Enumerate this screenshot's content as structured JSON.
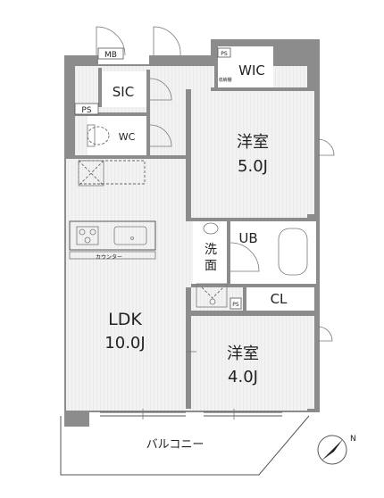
{
  "plan": {
    "rooms": {
      "western_room_a": {
        "name": "洋室",
        "size": "5.0J"
      },
      "western_room_b": {
        "name": "洋室",
        "size": "4.0J"
      },
      "ldk": {
        "name": "LDK",
        "size": "10.0J"
      },
      "sic": "SIC",
      "wic": "WIC",
      "wc": "WC",
      "ub": "UB",
      "washroom": "洗\n面",
      "closet": "CL",
      "balcony": "バルコニー"
    },
    "small_labels": {
      "meter_box": "MB",
      "pipe_space_1": "PS",
      "pipe_space_2": "PS",
      "pipe_space_3": "PS",
      "counter": "カウンター",
      "storage_small": "収納棚"
    },
    "compass": {
      "north_label": "N"
    }
  }
}
